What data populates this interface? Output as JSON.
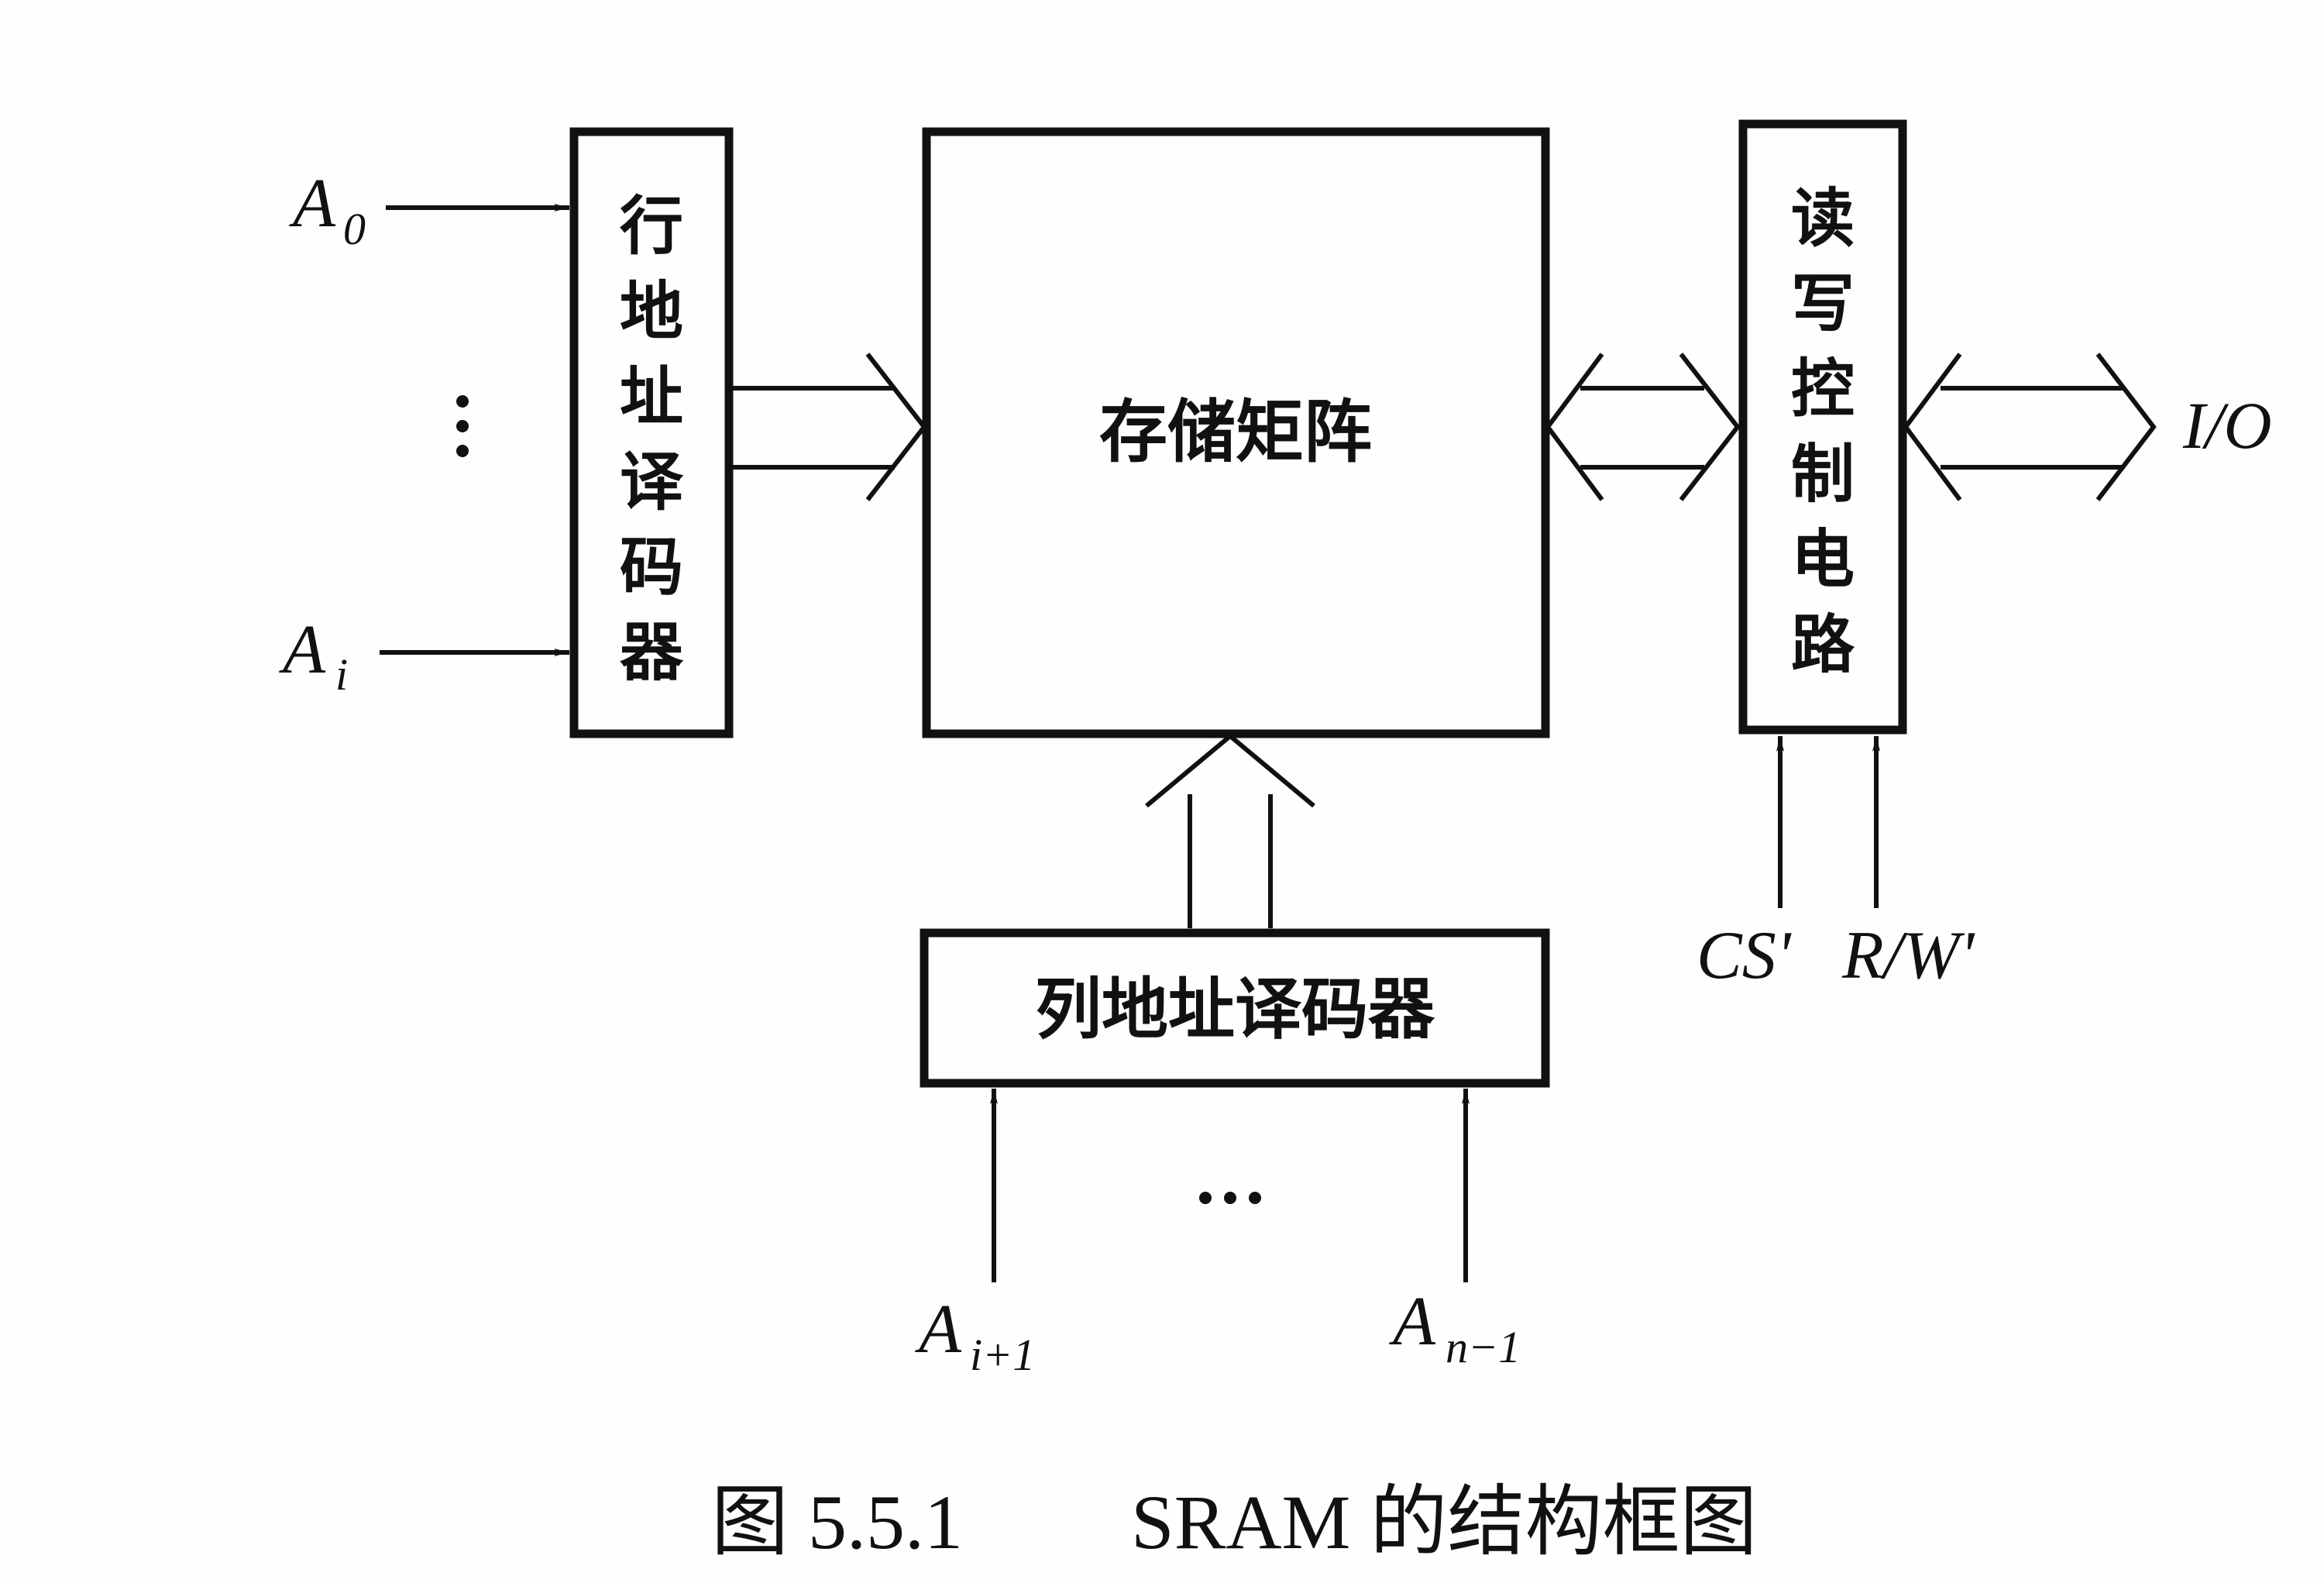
{
  "figure": {
    "caption": {
      "number": "图 5.5.1",
      "title": "SRAM 的结构框图"
    },
    "blocks": {
      "row_decoder": {
        "label": [
          "行",
          "地",
          "址",
          "译",
          "码",
          "器"
        ]
      },
      "memory_array": {
        "label": "存储矩阵"
      },
      "rw_control": {
        "label": [
          "读",
          "写",
          "控",
          "制",
          "电",
          "路"
        ]
      },
      "column_decoder": {
        "label": "列地址译码器"
      }
    },
    "signals": {
      "a0": {
        "base": "A",
        "sub": "0"
      },
      "ai": {
        "base": "A",
        "sub": "i"
      },
      "ai1": {
        "base": "A",
        "sub": "i+1"
      },
      "an1": {
        "base": "A",
        "sub": "n−1"
      },
      "cs": "CS'",
      "rw": "R/W'",
      "io": "I/O",
      "ellipsis_vertical": "⋮",
      "ellipsis_horizontal": "···"
    }
  }
}
